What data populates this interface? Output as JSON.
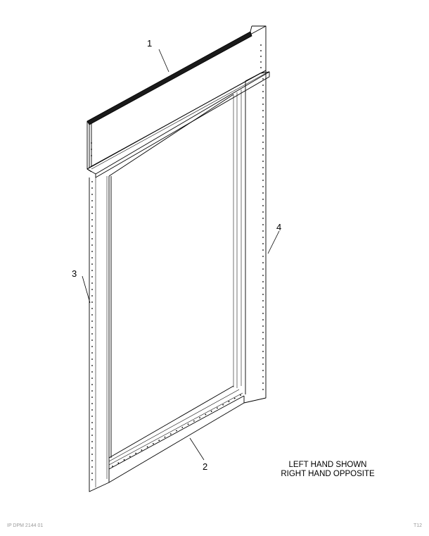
{
  "diagram": {
    "callouts": [
      {
        "id": "1",
        "label": "1"
      },
      {
        "id": "2",
        "label": "2"
      },
      {
        "id": "3",
        "label": "3"
      },
      {
        "id": "4",
        "label": "4"
      }
    ],
    "caption_line1": "LEFT HAND SHOWN",
    "caption_line2": "RIGHT HAND OPPOSITE"
  },
  "footer": {
    "left_code": "IP DPM 2144 01",
    "right_code": "T12"
  }
}
